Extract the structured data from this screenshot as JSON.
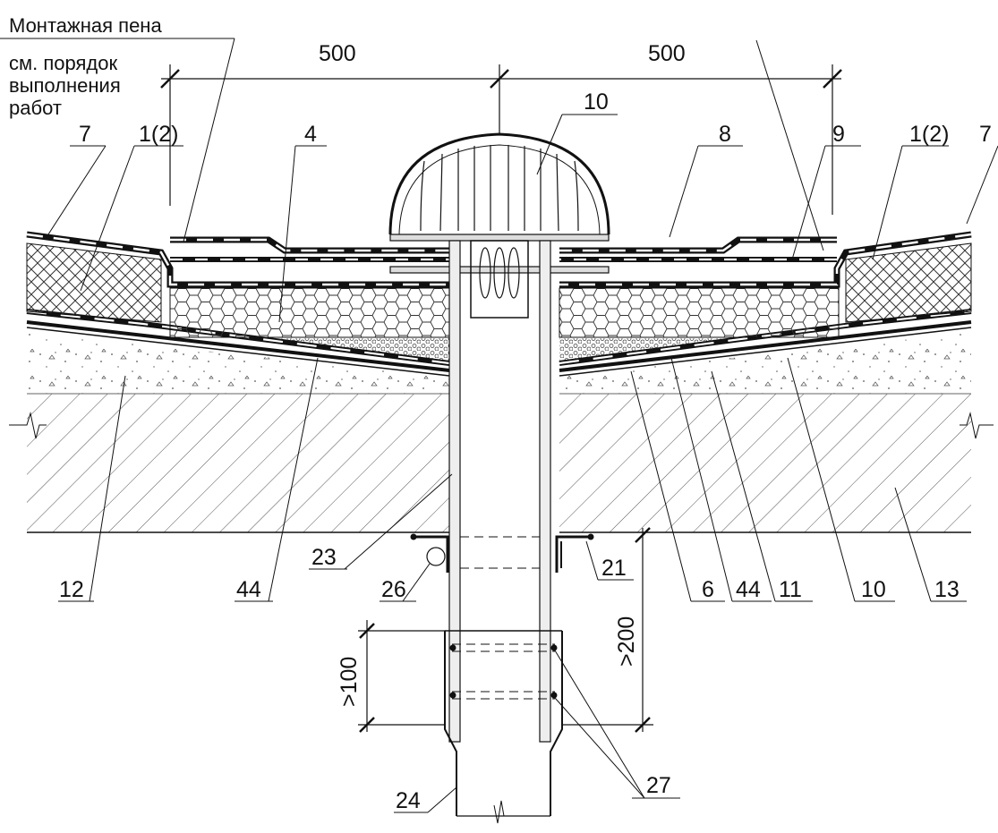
{
  "notes": {
    "foam": "Монтажная пена",
    "see_line1": "см. порядок",
    "see_line2": "выполнения",
    "see_line3": "работ"
  },
  "dimensions": {
    "left_span": "500",
    "right_span": "500",
    "min_100": ">100",
    "min_200": ">200"
  },
  "callouts": {
    "c7_left": "7",
    "c1_2_left": "1(2)",
    "c4": "4",
    "c10_top": "10",
    "c8": "8",
    "c9": "9",
    "c1_2_right": "1(2)",
    "c7_right": "7",
    "c12": "12",
    "c44_left": "44",
    "c23": "23",
    "c26": "26",
    "c21": "21",
    "c6": "6",
    "c44_right": "44",
    "c11": "11",
    "c10_bottom": "10",
    "c13": "13",
    "c27": "27",
    "c24": "24"
  }
}
